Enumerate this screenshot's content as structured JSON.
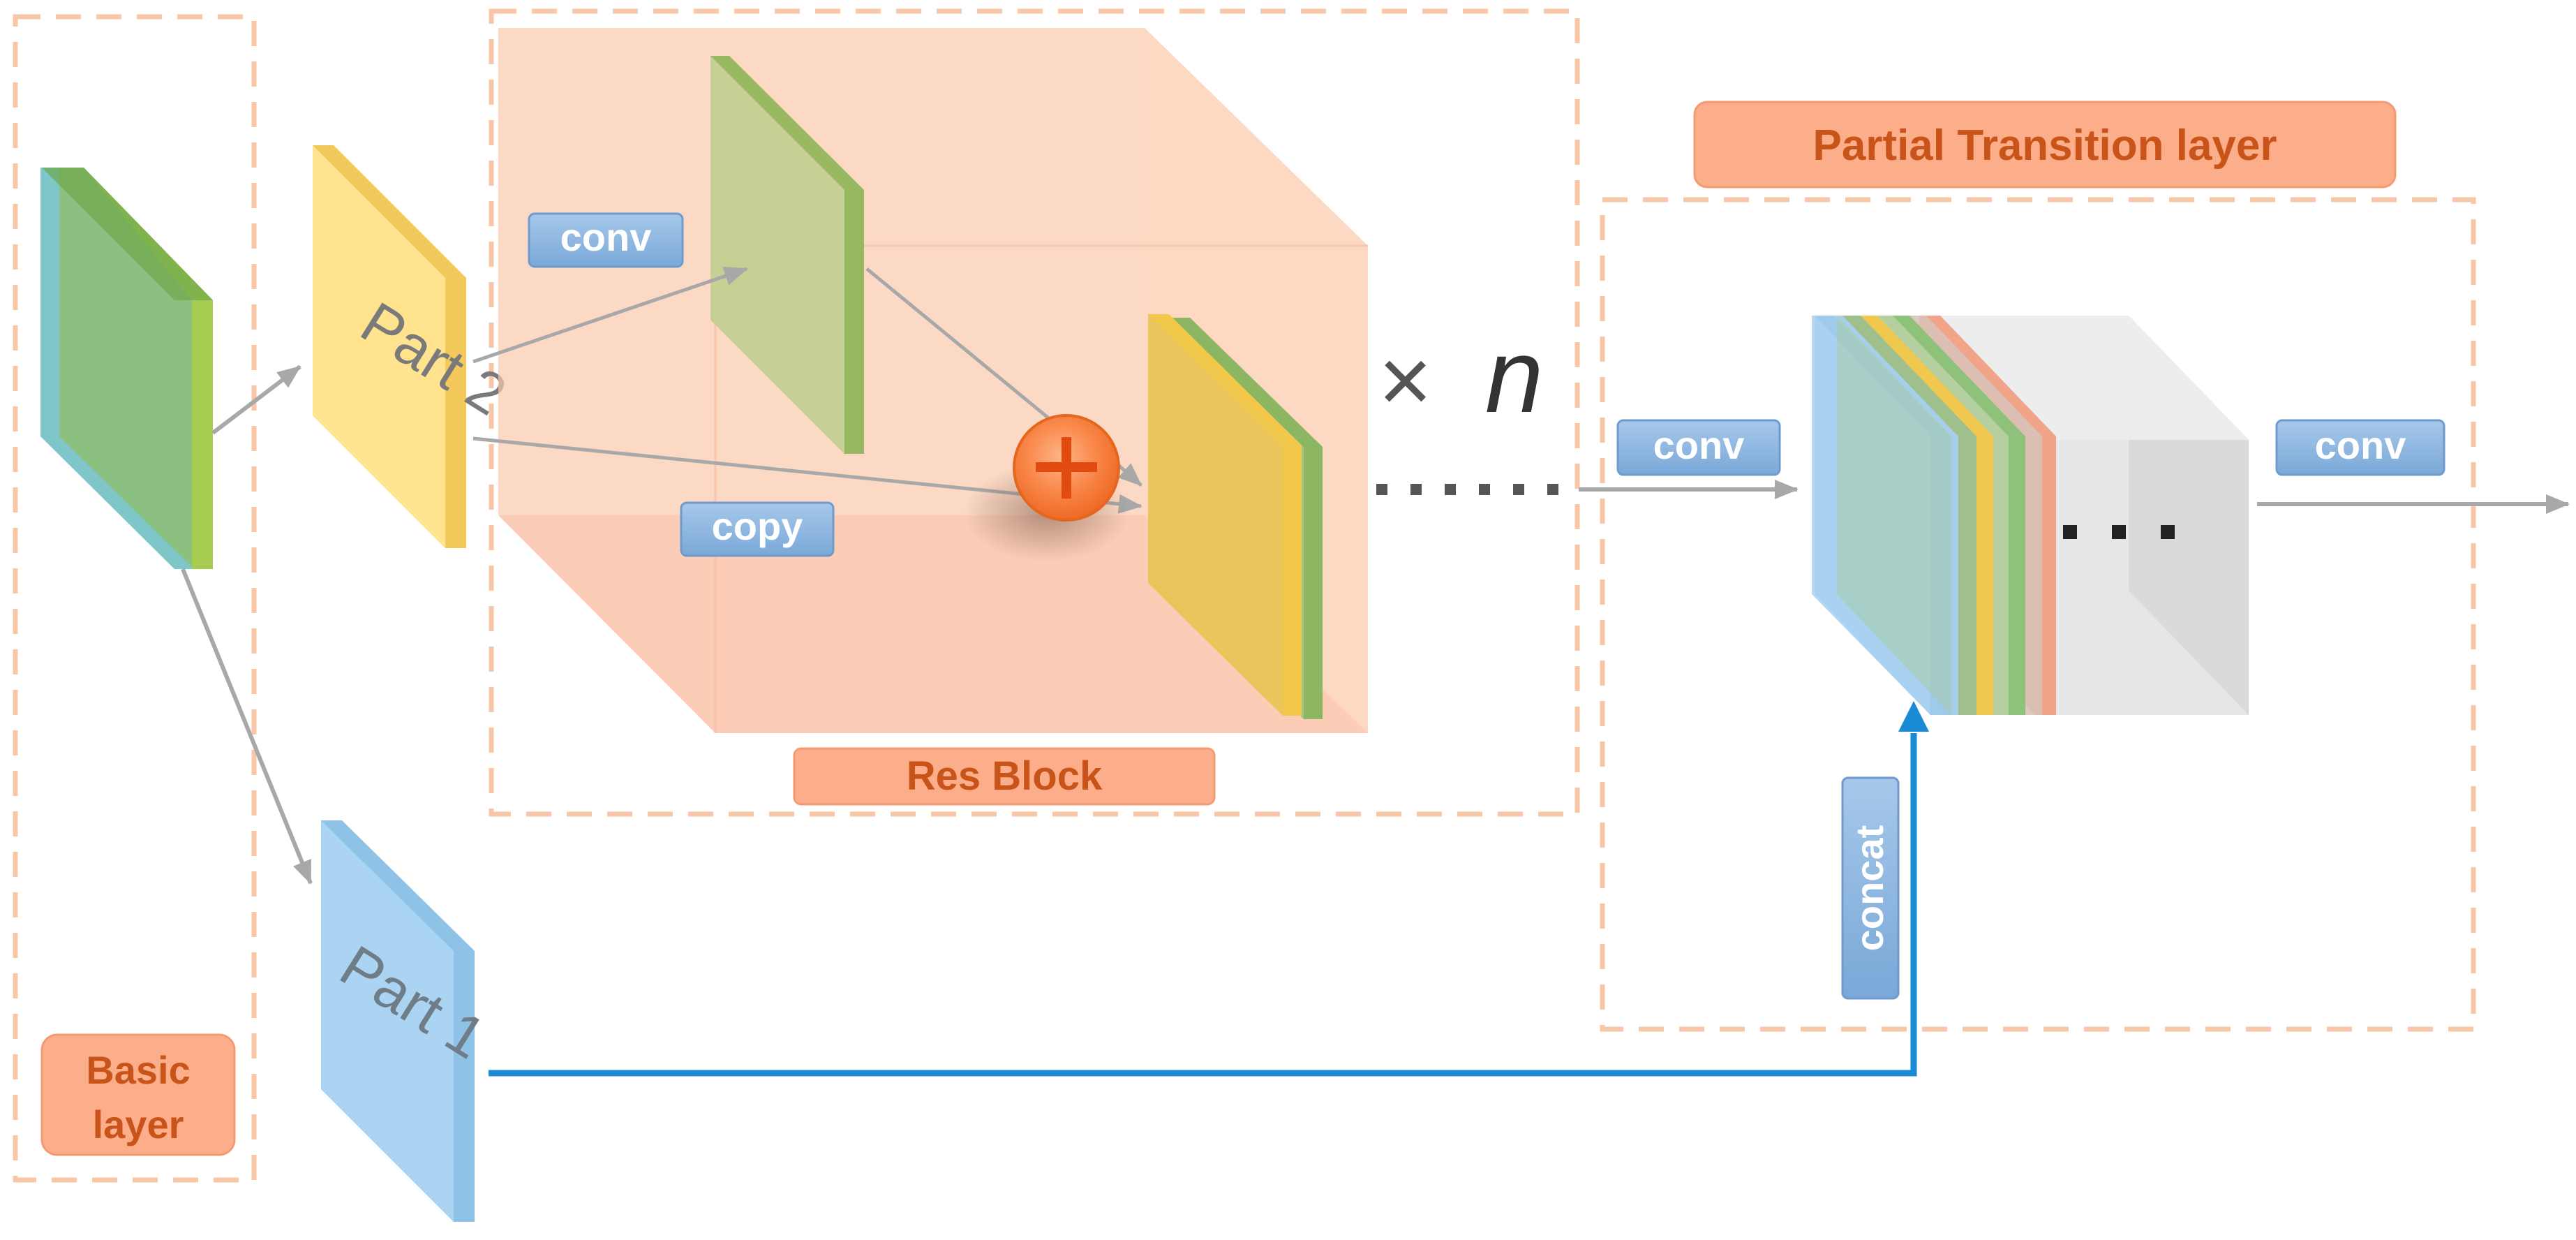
{
  "diagram": {
    "labels": {
      "basic_layer_line1": "Basic",
      "basic_layer_line2": "layer",
      "part1": "Part 1",
      "part2": "Part 2",
      "res_block": "Res Block",
      "partial_transition": "Partial Transition layer",
      "times_symbol": "×",
      "times_var": "n",
      "conv_res": "conv",
      "copy": "copy",
      "conv_transition_in": "conv",
      "conv_transition_out": "conv",
      "concat": "concat"
    },
    "colors": {
      "dashed_border": "#f7c7a8",
      "orange_label_fill": "#fcae8a",
      "orange_label_text": "#c8541a",
      "blue_tag_fill": "#8fb7e0",
      "cube_fill": "#fbc9ad",
      "green_layer": "#8cc07c",
      "yellow_layer": "#ffe080",
      "blue_layer": "#a9d3f0",
      "concat_arrow": "#1a8ad4",
      "plus_circle": "#f7722e",
      "gray_arrow": "#a8a8a8",
      "gray_block": "#e6e6e6"
    },
    "icons": {
      "add": "plus-circle-icon"
    }
  }
}
